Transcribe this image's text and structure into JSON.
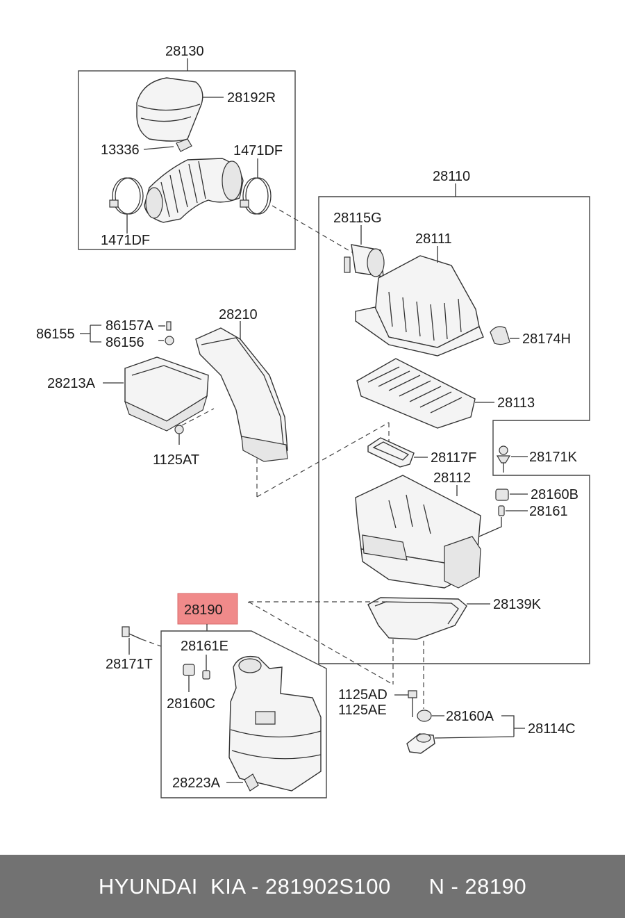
{
  "labels": {
    "p28130": "28130",
    "p28192R": "28192R",
    "p13336": "13336",
    "p1471DF_right": "1471DF",
    "p1471DF_left": "1471DF",
    "p28110": "28110",
    "p28115G": "28115G",
    "p28111": "28111",
    "p28174H": "28174H",
    "p28113": "28113",
    "p28171K": "28171K",
    "p28117F": "28117F",
    "p28112": "28112",
    "p28160B": "28160B",
    "p28161": "28161",
    "p28139K": "28139K",
    "p86155": "86155",
    "p86157A": "86157A",
    "p86156": "86156",
    "p28210": "28210",
    "p28213A": "28213A",
    "p1125AT": "1125AT",
    "p28190": "28190",
    "p28171T": "28171T",
    "p28161E": "28161E",
    "p28160C": "28160C",
    "p28223A": "28223A",
    "p1125AD": "1125AD",
    "p1125AE": "1125AE",
    "p28160A": "28160A",
    "p28114C": "28114C"
  },
  "highlight": {
    "part": "28190",
    "color": "#f08a8a"
  },
  "footer": {
    "text": "HYUNDAI  KIA - 281902S100      N - 28190",
    "background": "#727272"
  }
}
